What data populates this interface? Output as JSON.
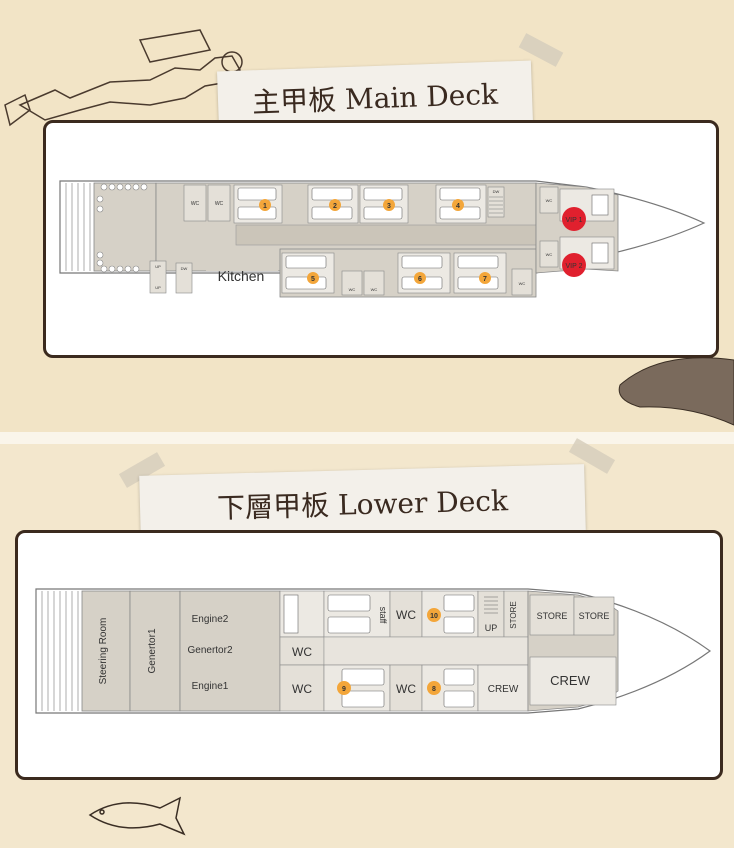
{
  "main_deck": {
    "title": "主甲板 Main Deck",
    "kitchen": "Kitchen",
    "cabins": [
      "1",
      "2",
      "3",
      "4",
      "5",
      "6",
      "7"
    ],
    "vip": [
      "VIP 1",
      "VIP 2"
    ],
    "small": {
      "wc": "WC",
      "dw": "DW",
      "up": "UP"
    }
  },
  "lower_deck": {
    "title": "下層甲板 Lower Deck",
    "steering_room": "Steering Room",
    "generator1": "Genertor1",
    "engine2": "Engine2",
    "generator2": "Genertor2",
    "engine1": "Engine1",
    "wc": "WC",
    "staff": "staff",
    "up": "UP",
    "store": "STORE",
    "crew": "CREW",
    "cabins": [
      "10",
      "9",
      "8"
    ]
  },
  "colors": {
    "background": "#f2e6cc",
    "room_fill": "#d6d1c7",
    "orange_marker": "#f3a63a",
    "vip_marker": "#e0202e",
    "frame": "#3b2a1e"
  }
}
